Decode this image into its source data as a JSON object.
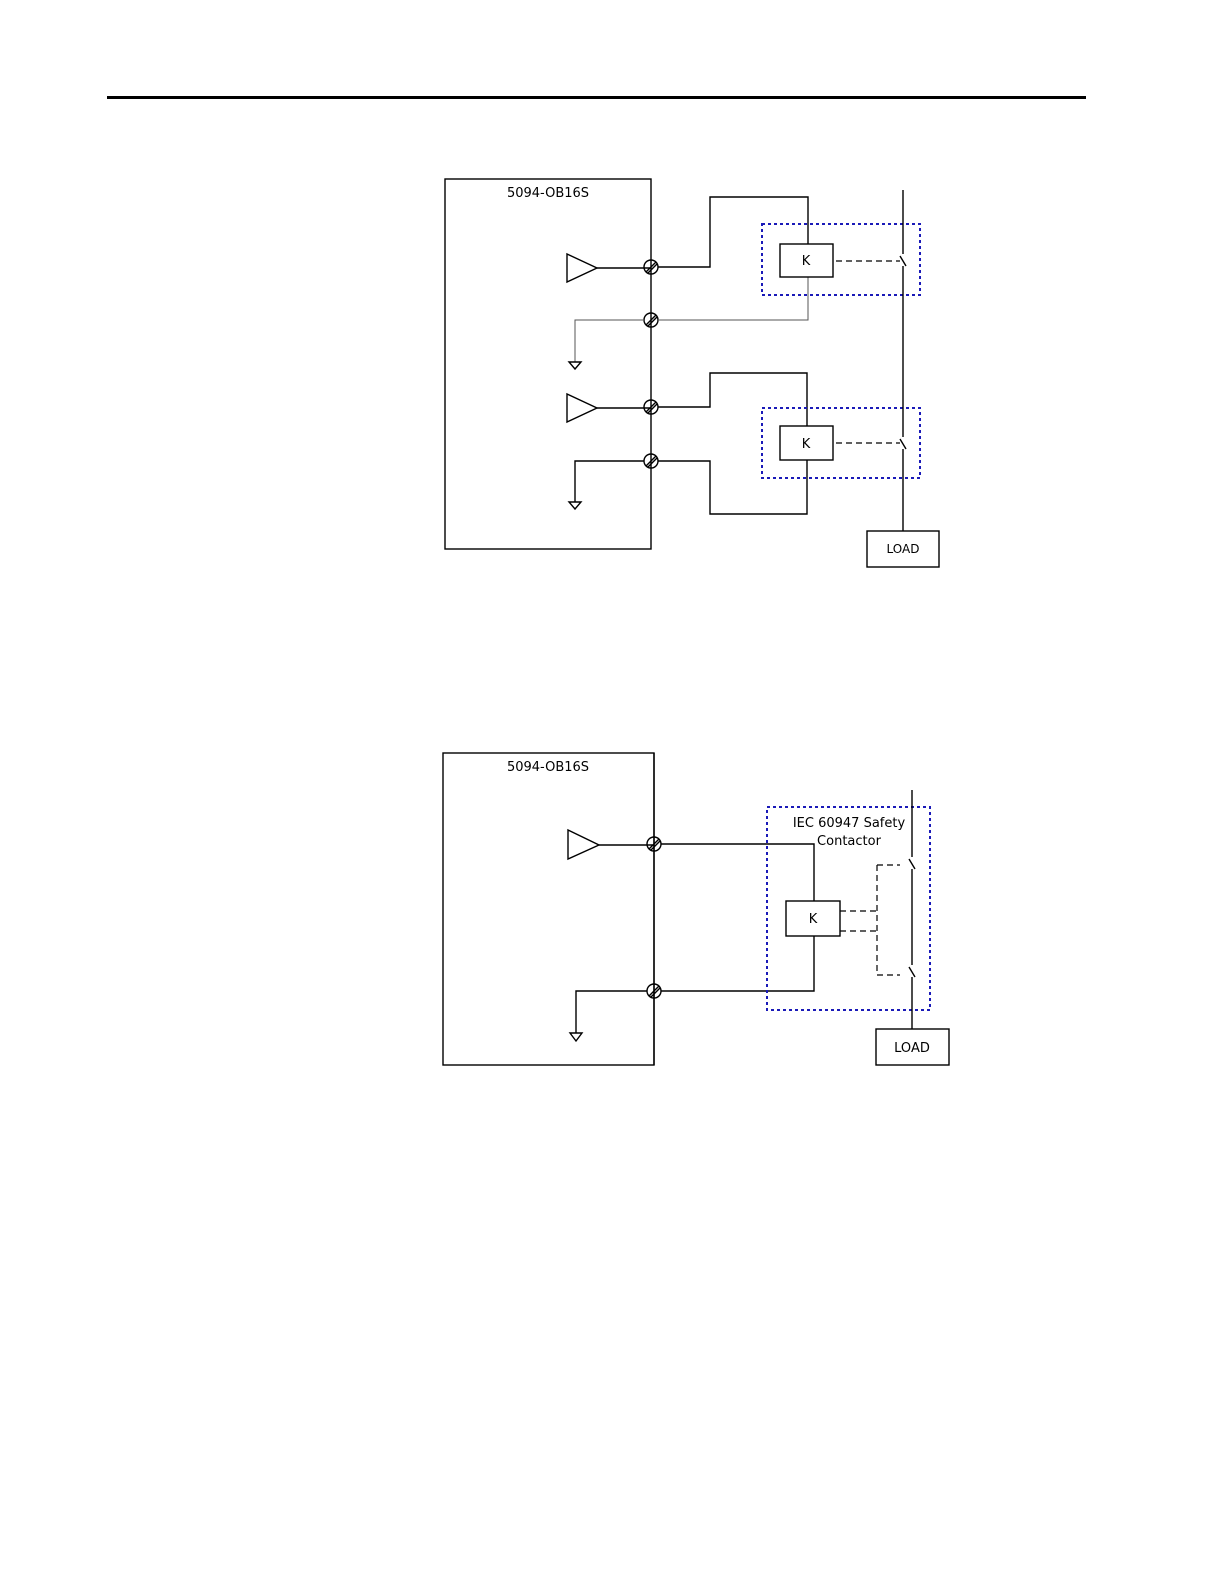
{
  "diagram1": {
    "module_label": "5094-OB16S",
    "relay1_label": "K",
    "relay2_label": "K",
    "load_label": "LOAD"
  },
  "diagram2": {
    "module_label": "5094-OB16S",
    "contactor_line1": "IEC 60947 Safety",
    "contactor_line2": "Contactor",
    "relay_label": "K",
    "load_label": "LOAD"
  }
}
